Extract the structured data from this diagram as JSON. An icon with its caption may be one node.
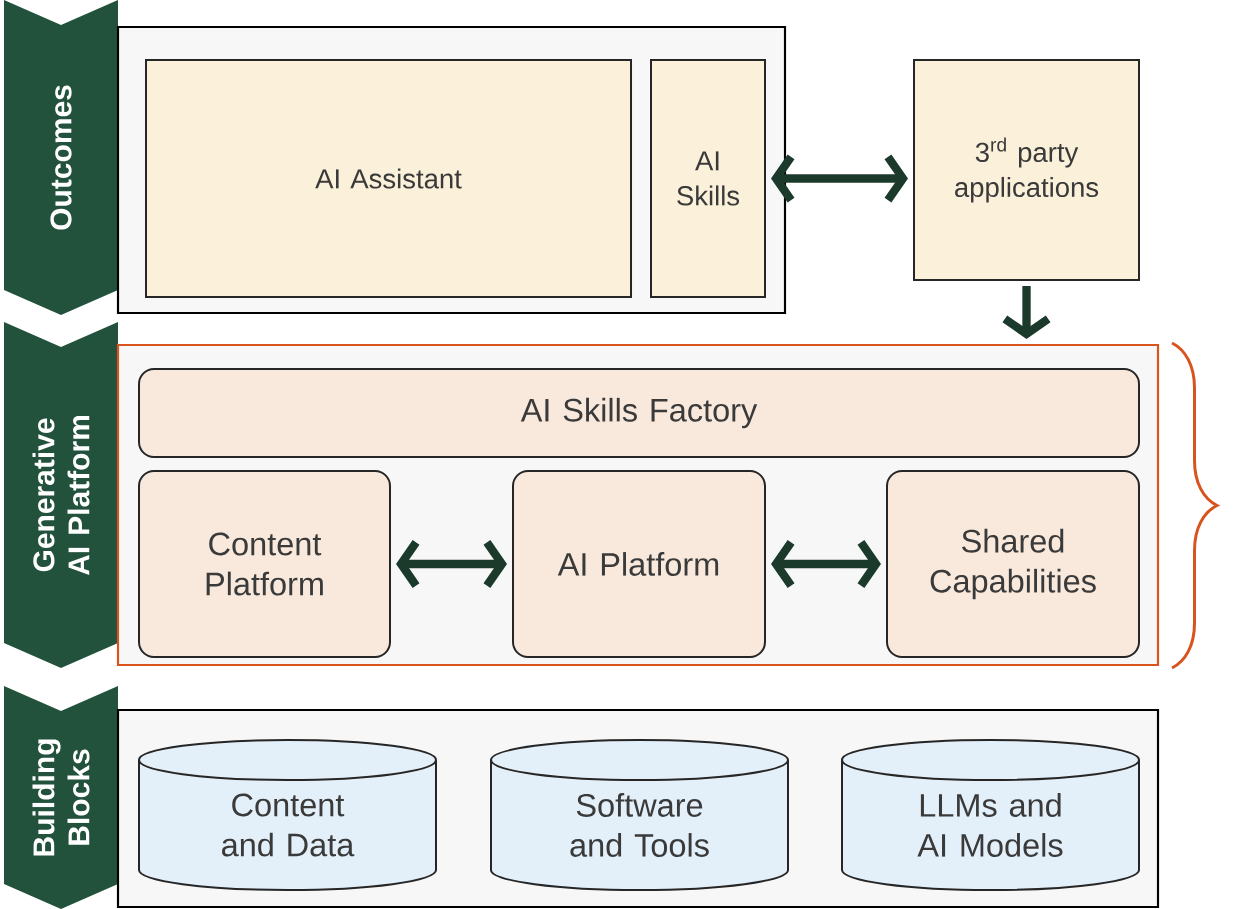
{
  "diagram": {
    "nodes": [
      {
        "text": [
          "Outcomes"
        ]
      },
      {
        "text": [],
        "shape": "box"
      },
      {
        "text": [
          "AI Assistant"
        ],
        "in": 1
      },
      {
        "text": [
          "AI Skills"
        ],
        "in": 1
      },
      {
        "text": [
          "3$^{rd}$ party applications"
        ]
      },
      {
        "text": [
          "Generative AI Platform"
        ]
      },
      {
        "text": [],
        "shape": "box"
      },
      {
        "text": [
          "AI Skills Factory"
        ],
        "in": 6
      },
      {
        "text": [
          "Content Platform"
        ],
        "in": 6
      },
      {
        "text": [
          "AI Platform"
        ],
        "in": 6
      },
      {
        "text": [
          "Shared Capabilities"
        ],
        "in": 6
      },
      {
        "text": [
          "Building Blocks"
        ]
      },
      {
        "text": [],
        "shape": "box"
      },
      {
        "text": [
          "Content and Data"
        ],
        "in": 12
      },
      {
        "text": [
          "Software and Tools"
        ],
        "in": 12
      },
      {
        "text": [
          "LLMs and AI Models"
        ],
        "in": 12
      }
    ],
    "edges": [
      {
        "from": 3,
        "to": 4,
        "arrow": "both"
      },
      {
        "from": 4,
        "to": 6,
        "arrow": "to"
      },
      {
        "from": 8,
        "to": 9,
        "arrow": "both"
      },
      {
        "from": 9,
        "to": 10,
        "arrow": "both"
      }
    ]
  }
}
